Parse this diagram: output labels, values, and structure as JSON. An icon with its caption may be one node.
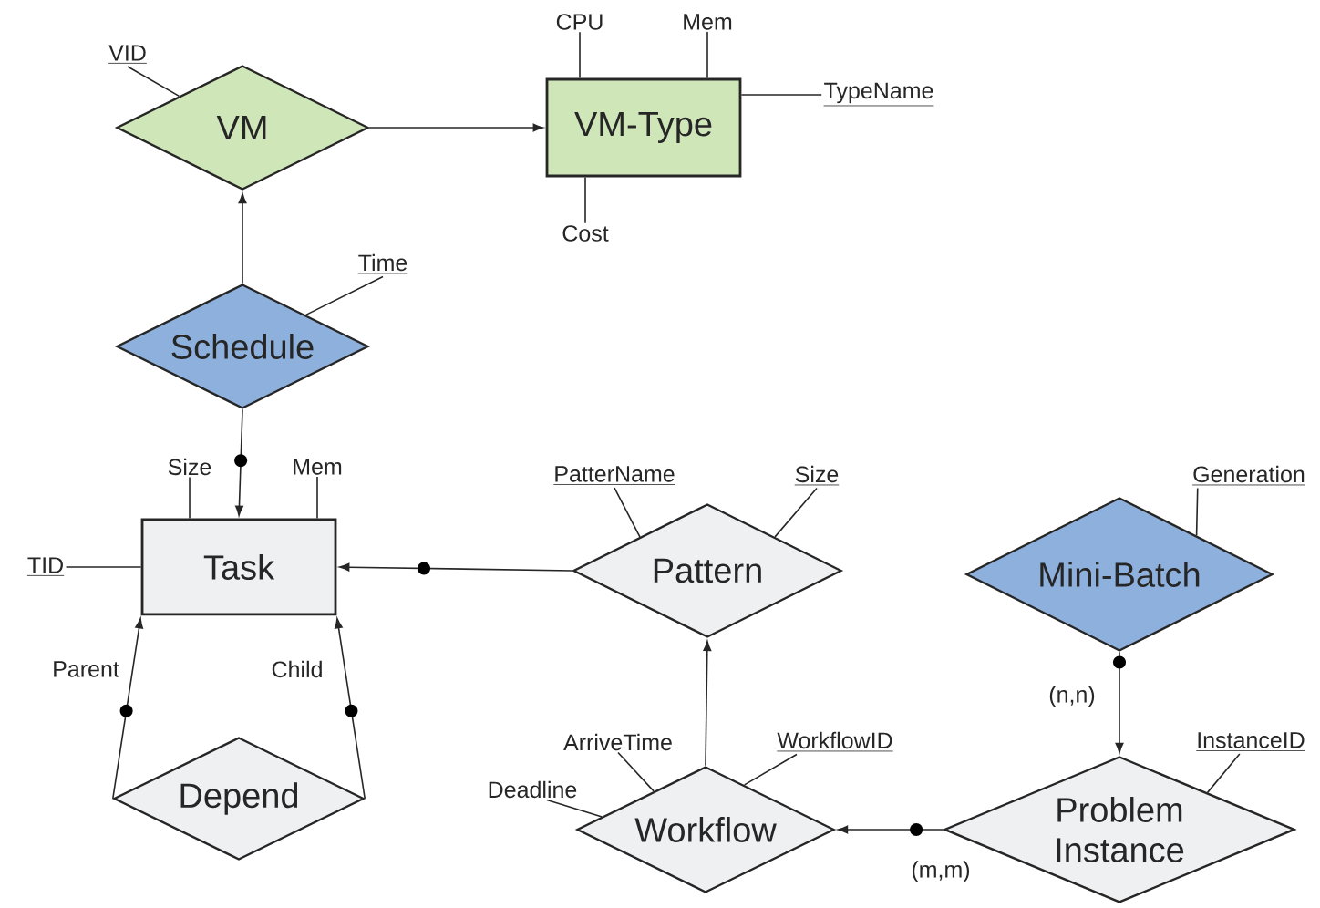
{
  "diagram": {
    "nodes": [
      {
        "text": [
          "VID"
        ]
      },
      {
        "text": [
          "CPU"
        ]
      },
      {
        "text": [
          "Mem"
        ]
      },
      {
        "text": [
          "VM"
        ]
      },
      {
        "text": [
          "VM-Type"
        ]
      },
      {
        "text": [
          "TypeName"
        ]
      },
      {
        "text": [
          "Cost"
        ]
      },
      {
        "text": [
          "Time"
        ]
      },
      {
        "text": [
          "Schedule"
        ]
      },
      {
        "text": [
          "Size"
        ]
      },
      {
        "text": [
          "Mem"
        ]
      },
      {
        "text": [
          "PatterName"
        ]
      },
      {
        "text": [
          "Size"
        ]
      },
      {
        "text": [
          "Generation"
        ]
      },
      {
        "text": [
          "TID"
        ]
      },
      {
        "text": [
          "Task"
        ]
      },
      {
        "text": [
          "Pattern"
        ]
      },
      {
        "text": [
          "Mini-Batch"
        ]
      },
      {
        "text": [
          "ArriveTime"
        ]
      },
      {
        "text": [
          "WorkflowID"
        ]
      },
      {
        "text": [
          "InstanceID"
        ]
      },
      {
        "text": [
          "Deadline"
        ]
      },
      {
        "text": [
          "Depend"
        ]
      },
      {
        "text": [
          "Workflow"
        ]
      },
      {
        "text": [
          "Problem Instance"
        ]
      }
    ],
    "edges": [
      {
        "from": 3,
        "to": 4,
        "arrow": "to"
      },
      {
        "from": 8,
        "to": 3,
        "arrow": "to"
      },
      {
        "from": 8,
        "to": 15,
        "arrow": "to"
      },
      {
        "from": 16,
        "to": 15,
        "arrow": "to"
      },
      {
        "from": 22,
        "to": 15,
        "arrow": "to",
        "label": "Parent"
      },
      {
        "from": 22,
        "to": 15,
        "arrow": "to",
        "label": "Child"
      },
      {
        "from": 23,
        "to": 16,
        "arrow": "to"
      },
      {
        "from": 17,
        "to": 24,
        "arrow": "to",
        "label": "(n,n)"
      },
      {
        "from": 24,
        "to": 23,
        "arrow": "to",
        "label": "(m,m)"
      },
      {
        "from": 0,
        "to": 3,
        "arrow": "none"
      },
      {
        "from": 1,
        "to": 4,
        "arrow": "none"
      },
      {
        "from": 2,
        "to": 4,
        "arrow": "none"
      },
      {
        "from": 5,
        "to": 4,
        "arrow": "none"
      },
      {
        "from": 6,
        "to": 4,
        "arrow": "none"
      },
      {
        "from": 7,
        "to": 8,
        "arrow": "none"
      },
      {
        "from": 9,
        "to": 15,
        "arrow": "none"
      },
      {
        "from": 10,
        "to": 15,
        "arrow": "none"
      },
      {
        "from": 11,
        "to": 16,
        "arrow": "none"
      },
      {
        "from": 12,
        "to": 16,
        "arrow": "none"
      },
      {
        "from": 13,
        "to": 17,
        "arrow": "none"
      },
      {
        "from": 14,
        "to": 15,
        "arrow": "none"
      },
      {
        "from": 18,
        "to": 23,
        "arrow": "none"
      },
      {
        "from": 19,
        "to": 23,
        "arrow": "none"
      },
      {
        "from": 20,
        "to": 24,
        "arrow": "none"
      },
      {
        "from": 21,
        "to": 23,
        "arrow": "none"
      }
    ]
  }
}
